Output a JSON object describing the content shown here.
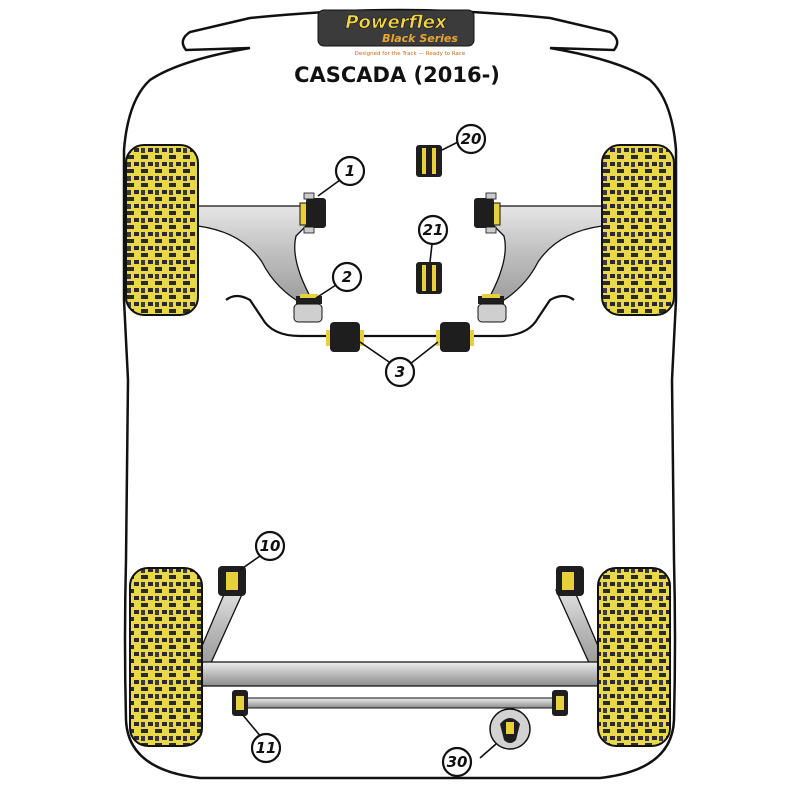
{
  "logo": {
    "brand": "Powerflex",
    "series": "Black Series",
    "tagline": "Designed for the Track — Ready to Race"
  },
  "title": "CASCADA (2016-)",
  "callouts": [
    {
      "id": "1",
      "label": "1"
    },
    {
      "id": "2",
      "label": "2"
    },
    {
      "id": "3",
      "label": "3"
    },
    {
      "id": "10",
      "label": "10"
    },
    {
      "id": "11",
      "label": "11"
    },
    {
      "id": "20",
      "label": "20"
    },
    {
      "id": "21",
      "label": "21"
    },
    {
      "id": "30",
      "label": "30"
    }
  ],
  "colors": {
    "tyre": "#e8d84a",
    "tyre_tread": "#2a2a2a",
    "arm": "#c9c9c9",
    "bush_yellow": "#e8d03c",
    "bush_dark": "#1e1e1e",
    "outline": "#111111"
  }
}
